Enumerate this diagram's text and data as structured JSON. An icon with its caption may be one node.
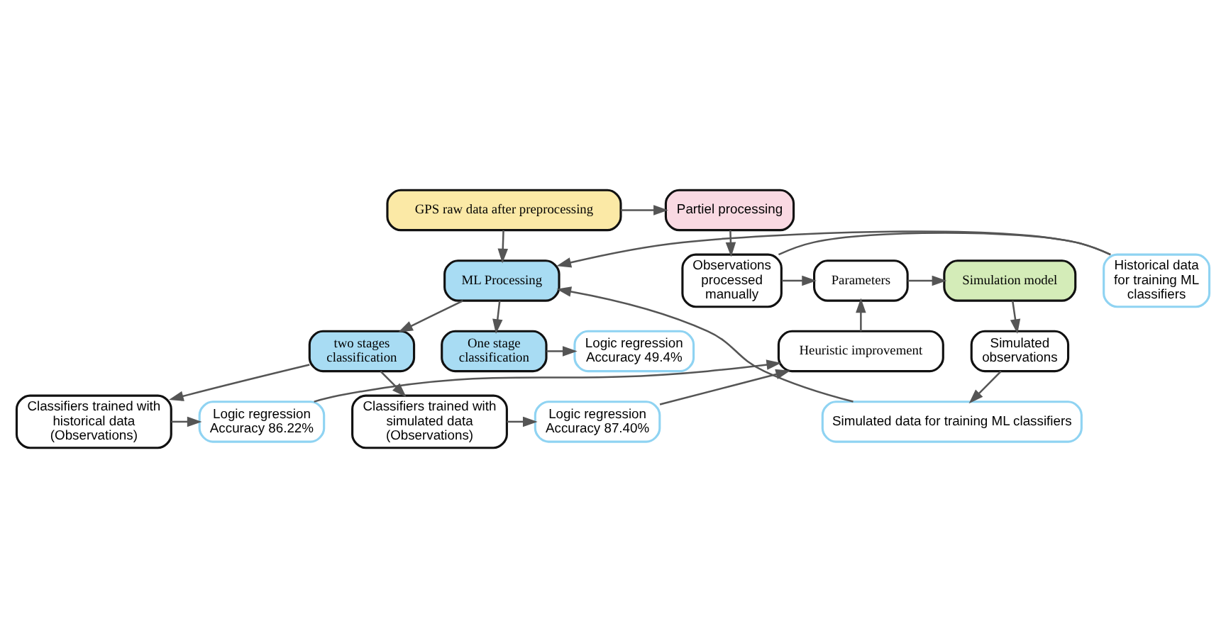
{
  "diagram": {
    "nodes": [
      {
        "text": [
          "GPS raw data after preprocessing"
        ]
      },
      {
        "text": [
          "Partiel processing"
        ]
      },
      {
        "text": [
          "ML Processing"
        ]
      },
      {
        "text": [
          "Historical data for training ML classifiers"
        ]
      },
      {
        "text": [
          "Observations processed manually"
        ]
      },
      {
        "text": [
          "Parameters"
        ]
      },
      {
        "text": [
          "Simulation model"
        ]
      },
      {
        "text": [
          "two stages classification"
        ]
      },
      {
        "text": [
          "Heuristic improvement"
        ]
      },
      {
        "text": [
          "Simulated observations"
        ]
      },
      {
        "text": [
          "Classifiers trained with historical data (Observations)"
        ]
      },
      {
        "text": [
          "Logic regression Accuracy 86.22%"
        ]
      },
      {
        "text": [
          "Classifiers trained with simulated data (Observations)"
        ]
      },
      {
        "text": [
          "Logic regression Accuracy 87.40%"
        ]
      },
      {
        "text": [
          "One stage classification"
        ]
      },
      {
        "text": [
          "Logic regression Accuracy 49.4%"
        ]
      },
      {
        "text": [
          "Simulated data for training ML classifiers"
        ]
      }
    ],
    "edges": [
      {
        "from": 0,
        "to": 1,
        "arrow": "to"
      },
      {
        "from": 0,
        "to": 2,
        "arrow": "to"
      },
      {
        "from": 1,
        "to": 4,
        "arrow": "to"
      },
      {
        "from": 3,
        "to": 2,
        "arrow": "to"
      },
      {
        "from": 4,
        "to": 3,
        "arrow": "none"
      },
      {
        "from": 4,
        "to": 5,
        "arrow": "to"
      },
      {
        "from": 5,
        "to": 6,
        "arrow": "to"
      },
      {
        "from": 6,
        "to": 9,
        "arrow": "to"
      },
      {
        "from": 8,
        "to": 5,
        "arrow": "to"
      },
      {
        "from": 2,
        "to": 7,
        "arrow": "to"
      },
      {
        "from": 2,
        "to": 14,
        "arrow": "to"
      },
      {
        "from": 7,
        "to": 10,
        "arrow": "to"
      },
      {
        "from": 7,
        "to": 12,
        "arrow": "to"
      },
      {
        "from": 10,
        "to": 11,
        "arrow": "to"
      },
      {
        "from": 12,
        "to": 13,
        "arrow": "to"
      },
      {
        "from": 11,
        "to": 8,
        "arrow": "to"
      },
      {
        "from": 13,
        "to": 8,
        "arrow": "to"
      },
      {
        "from": 14,
        "to": 15,
        "arrow": "to"
      },
      {
        "from": 9,
        "to": 16,
        "arrow": "to"
      },
      {
        "from": 16,
        "to": 2,
        "arrow": "to"
      }
    ]
  }
}
